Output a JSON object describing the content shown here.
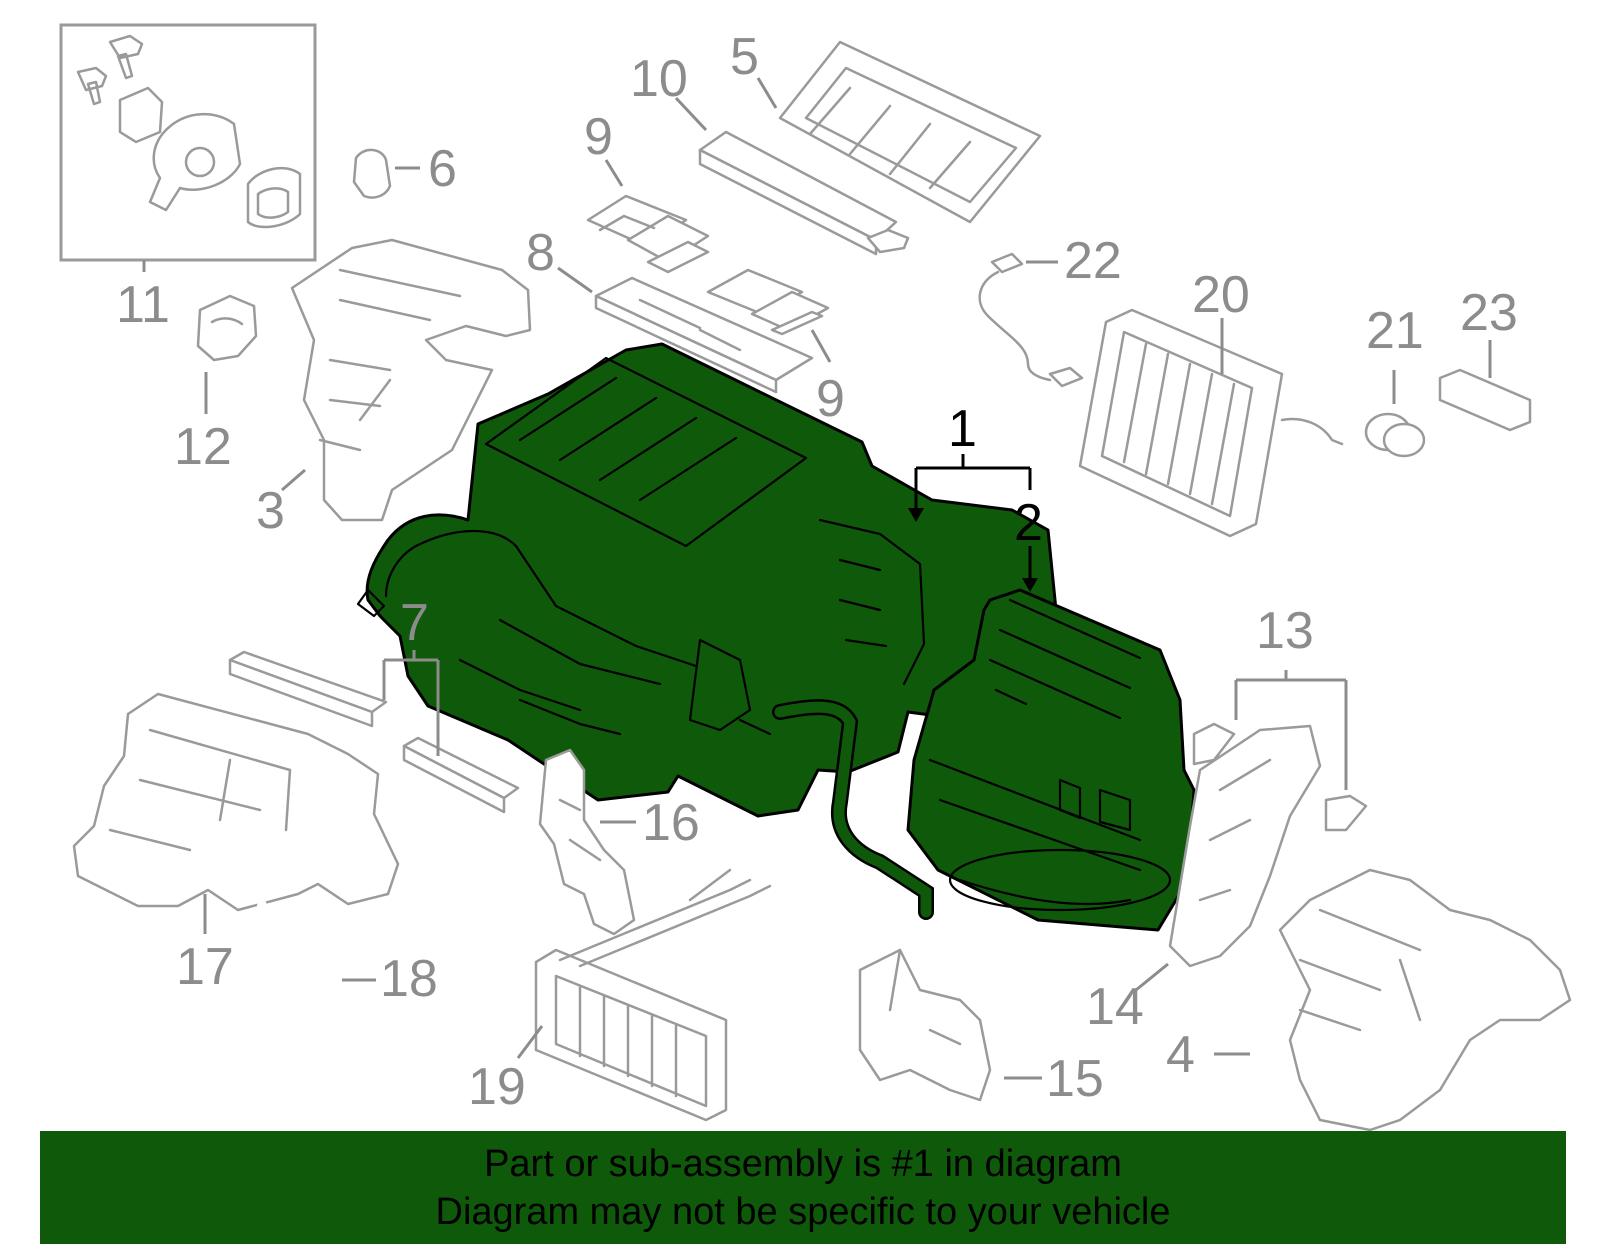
{
  "callouts": {
    "c1": "1",
    "c2": "2",
    "c3": "3",
    "c4": "4",
    "c5": "5",
    "c6": "6",
    "c7": "7",
    "c8": "8",
    "c9a": "9",
    "c9b": "9",
    "c10": "10",
    "c11": "11",
    "c12": "12",
    "c13": "13",
    "c14": "14",
    "c15": "15",
    "c16": "16",
    "c17": "17",
    "c18": "18",
    "c19": "19",
    "c20": "20",
    "c21": "21",
    "c22": "22",
    "c23": "23"
  },
  "colors": {
    "highlight": "#0f5a0a",
    "outline_grey": "#9a9a9a",
    "label_grey": "#8c8c8c"
  },
  "banner": {
    "line1": "Part or sub-assembly is #1 in diagram",
    "line2": "Diagram may not be specific to your vehicle"
  }
}
